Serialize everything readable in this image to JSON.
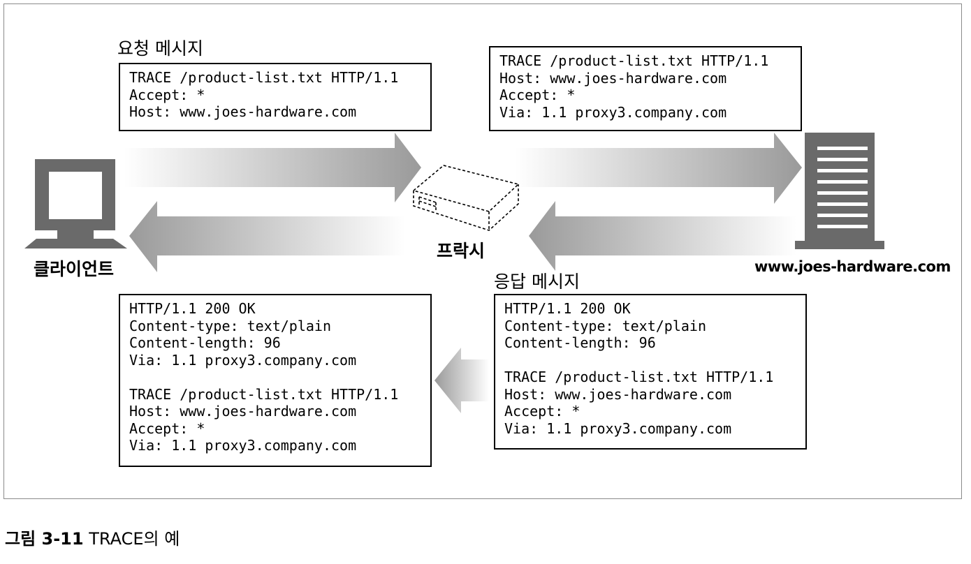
{
  "request_label": "요청 메시지",
  "response_label": "응답 메시지",
  "client_label": "클라이언트",
  "proxy_label": "프락시",
  "server_label": "www.joes-hardware.com",
  "box_request": [
    "TRACE /product-list.txt HTTP/1.1",
    "Accept: *",
    "Host: www.joes-hardware.com"
  ],
  "box_forwarded": [
    "TRACE /product-list.txt HTTP/1.1",
    "Host: www.joes-hardware.com",
    "Accept: *",
    "Via: 1.1 proxy3.company.com"
  ],
  "box_response_server": [
    "HTTP/1.1 200 OK",
    "Content-type: text/plain",
    "Content-length: 96",
    "",
    "TRACE /product-list.txt HTTP/1.1",
    "Host: www.joes-hardware.com",
    "Accept: *",
    "Via: 1.1 proxy3.company.com"
  ],
  "box_response_client": [
    "HTTP/1.1 200 OK",
    "Content-type: text/plain",
    "Content-length: 96",
    "Via: 1.1 proxy3.company.com",
    "",
    "TRACE /product-list.txt HTTP/1.1",
    "Host: www.joes-hardware.com",
    "Accept: *",
    "Via: 1.1 proxy3.company.com"
  ],
  "caption": {
    "number": "그림 3-11",
    "text": "TRACE의 예"
  }
}
